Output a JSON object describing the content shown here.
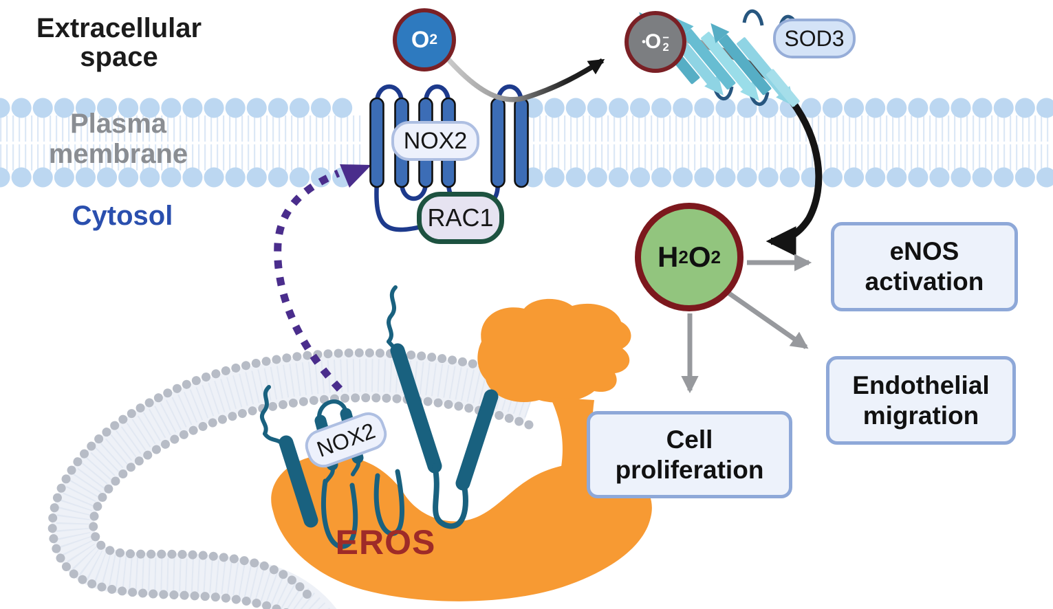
{
  "diagram": {
    "regions": {
      "extracellular_line1": "Extracellular",
      "extracellular_line2": "space",
      "plasma_membrane_line1": "Plasma",
      "plasma_membrane_line2": "membrane",
      "cytosol": "Cytosol"
    },
    "molecules": {
      "o2_base": "O",
      "o2_sub": "2",
      "superoxide_dot": "•",
      "superoxide_base": "O",
      "superoxide_sub": "2",
      "superoxide_charge": "−",
      "h2o2_p1": "H",
      "h2o2_s1": "2",
      "h2o2_p2": "O",
      "h2o2_s2": "2"
    },
    "proteins": {
      "sod3": "SOD3",
      "nox2_plasma": "NOX2",
      "rac1": "RAC1",
      "nox2_er": "NOX2",
      "eros": "EROS"
    },
    "outcomes": {
      "enos_line1": "eNOS",
      "enos_line2": "activation",
      "migration_line1": "Endothelial",
      "migration_line2": "migration",
      "proliferation_line1": "Cell",
      "proliferation_line2": "proliferation"
    },
    "colors": {
      "o2_fill": "#2E7ABF",
      "superoxide_fill": "#7C7E81",
      "h2o2_fill": "#92C57E",
      "molecule_ring_dark_red": "#7A2025",
      "h2o2_ring_dark_red": "#7C181D",
      "plasma_membrane_head_blue": "#BCD7F1",
      "er_membrane_gray": "#B7BCC6",
      "nox2_helix_blue": "#3C6DB6",
      "nox2_loop_navy": "#1D3A8C",
      "nox2_er_teal": "#19617F",
      "sod3_cyan": "#8FD4E4",
      "rac1_border_green": "#1D5240",
      "eros_orange": "#F79A33",
      "eros_text_red": "#9E2B28",
      "translocation_arrow_purple": "#4A2D8C",
      "effect_arrow_gray": "#97999D",
      "reaction_arrow_black": "#141414",
      "outcome_box_fill": "#EDF2FB",
      "outcome_box_border": "#8EA8D8",
      "cytosol_text_blue": "#2A4FAE",
      "membrane_text_gray": "#8A8D92"
    }
  }
}
